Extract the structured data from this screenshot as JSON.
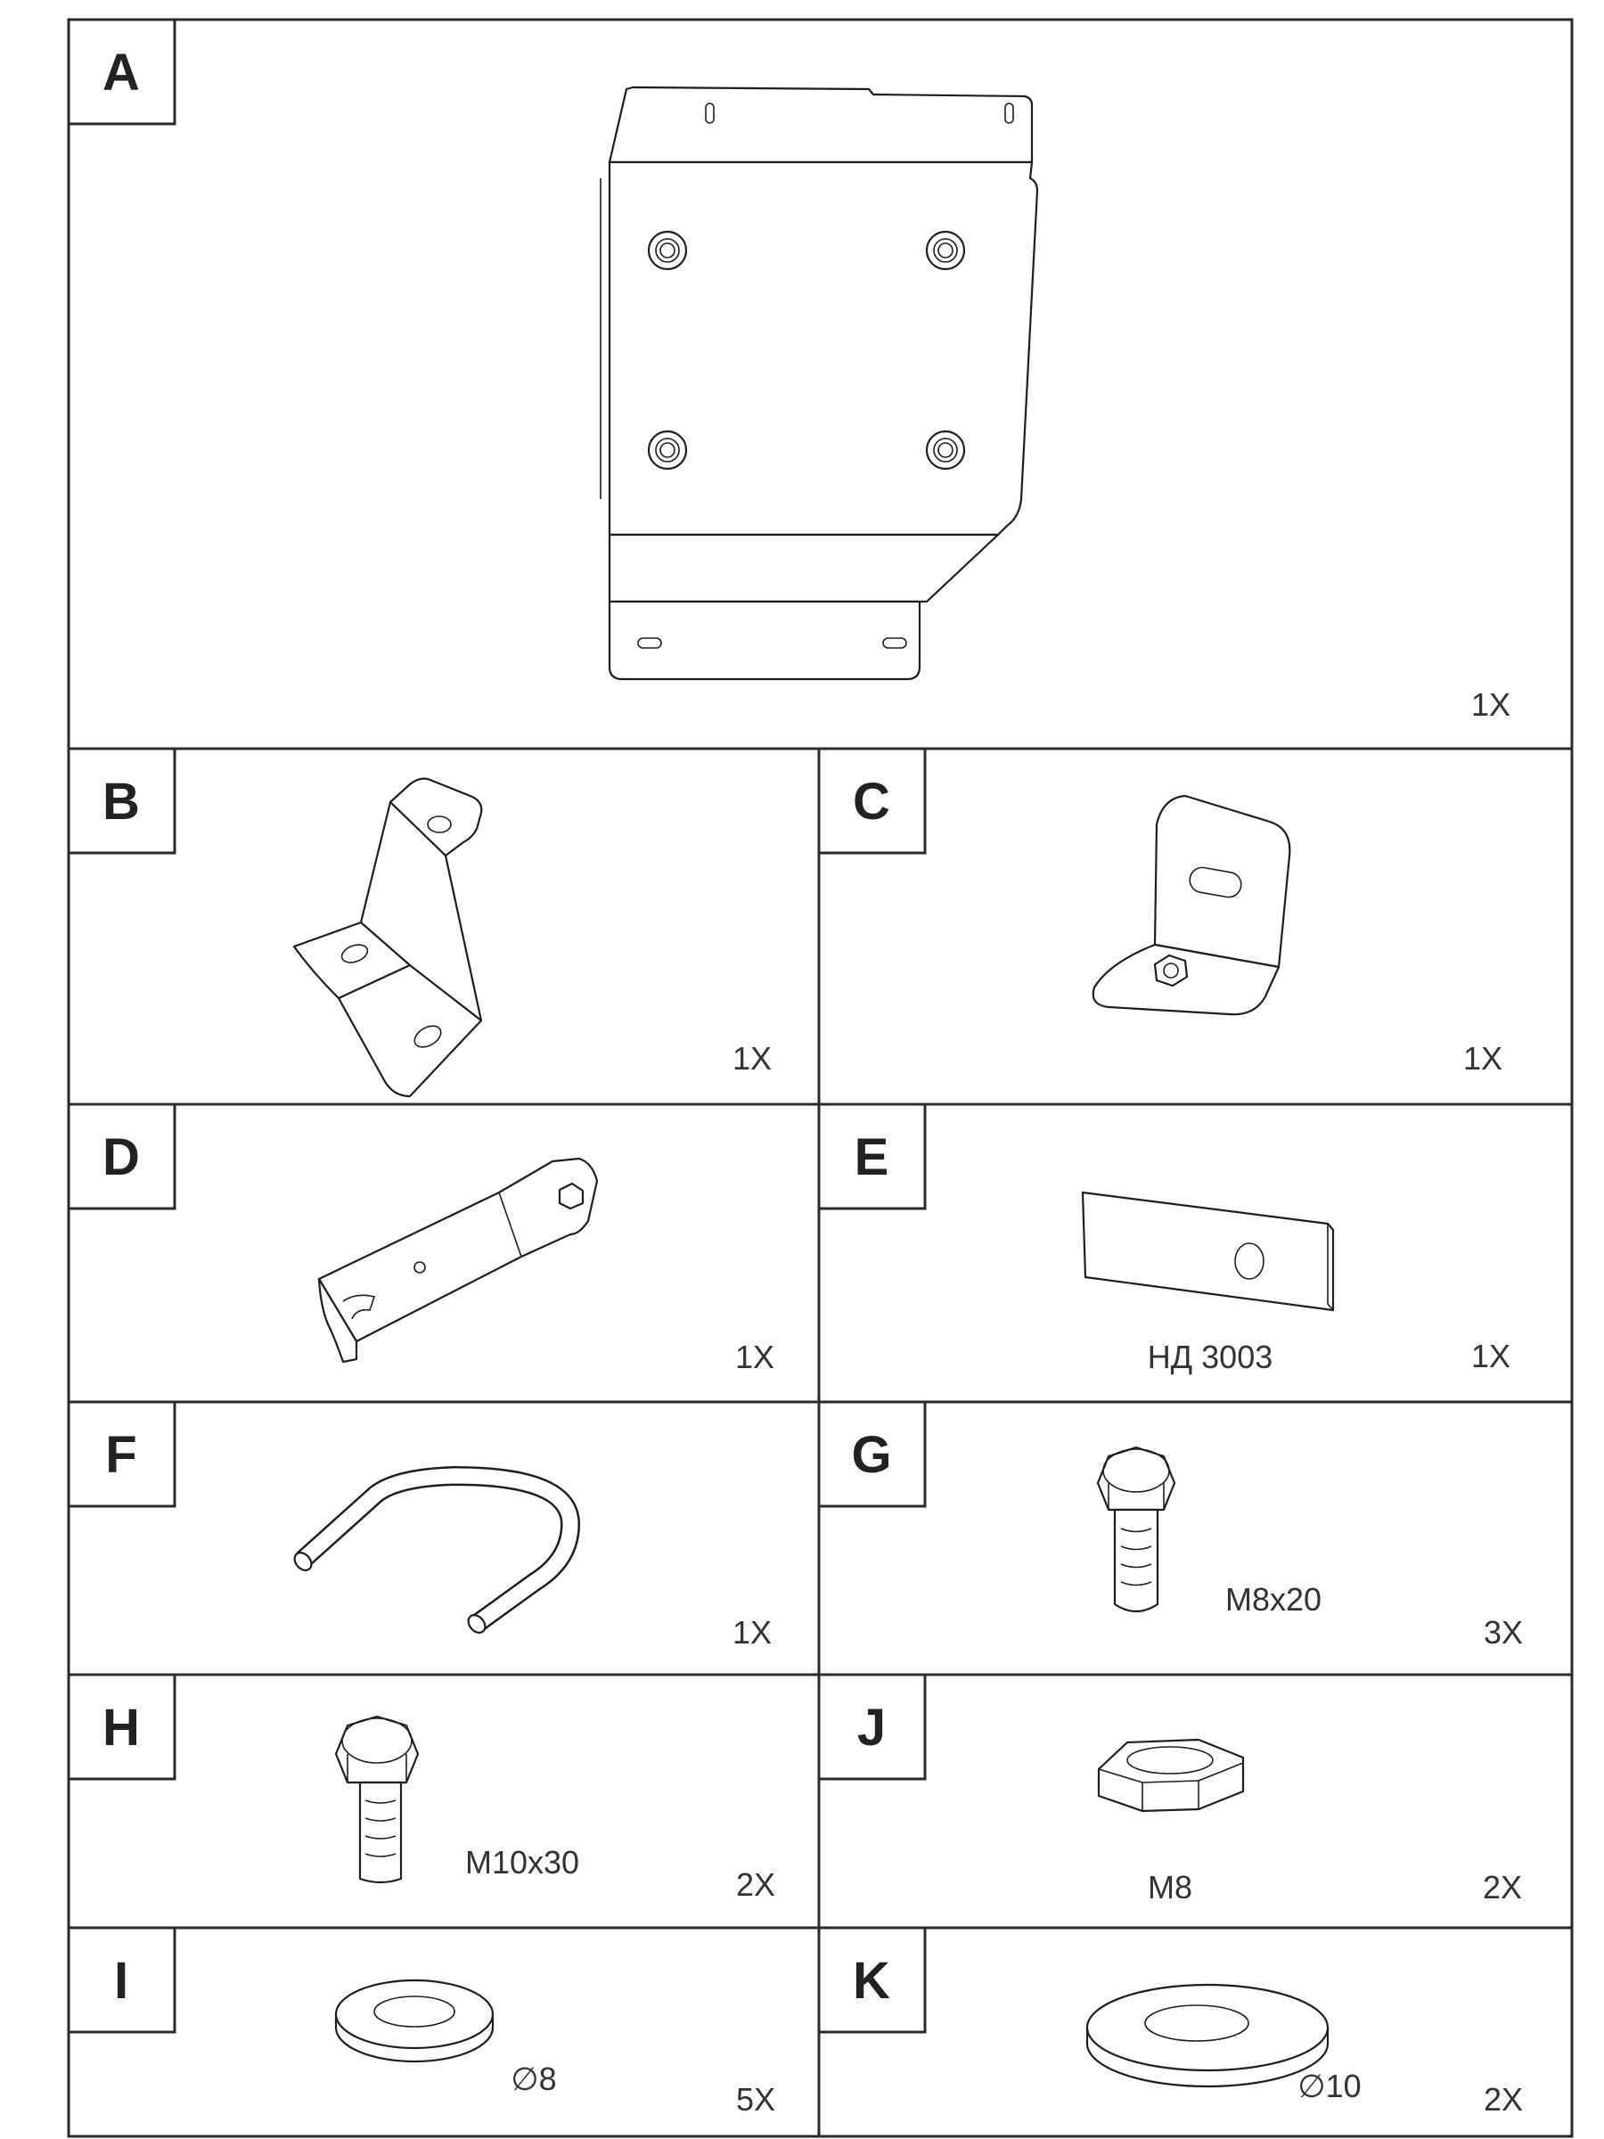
{
  "parts": [
    {
      "letter": "A",
      "quantity": "1X",
      "spec": ""
    },
    {
      "letter": "B",
      "quantity": "1X",
      "spec": ""
    },
    {
      "letter": "C",
      "quantity": "1X",
      "spec": ""
    },
    {
      "letter": "D",
      "quantity": "1X",
      "spec": ""
    },
    {
      "letter": "E",
      "quantity": "1X",
      "spec": "НД 3003"
    },
    {
      "letter": "F",
      "quantity": "1X",
      "spec": ""
    },
    {
      "letter": "G",
      "quantity": "3X",
      "spec": "M8x20"
    },
    {
      "letter": "H",
      "quantity": "2X",
      "spec": "M10x30"
    },
    {
      "letter": "J",
      "quantity": "2X",
      "spec": "M8"
    },
    {
      "letter": "I",
      "quantity": "5X",
      "spec": "∅8"
    },
    {
      "letter": "K",
      "quantity": "2X",
      "spec": "∅10"
    }
  ]
}
